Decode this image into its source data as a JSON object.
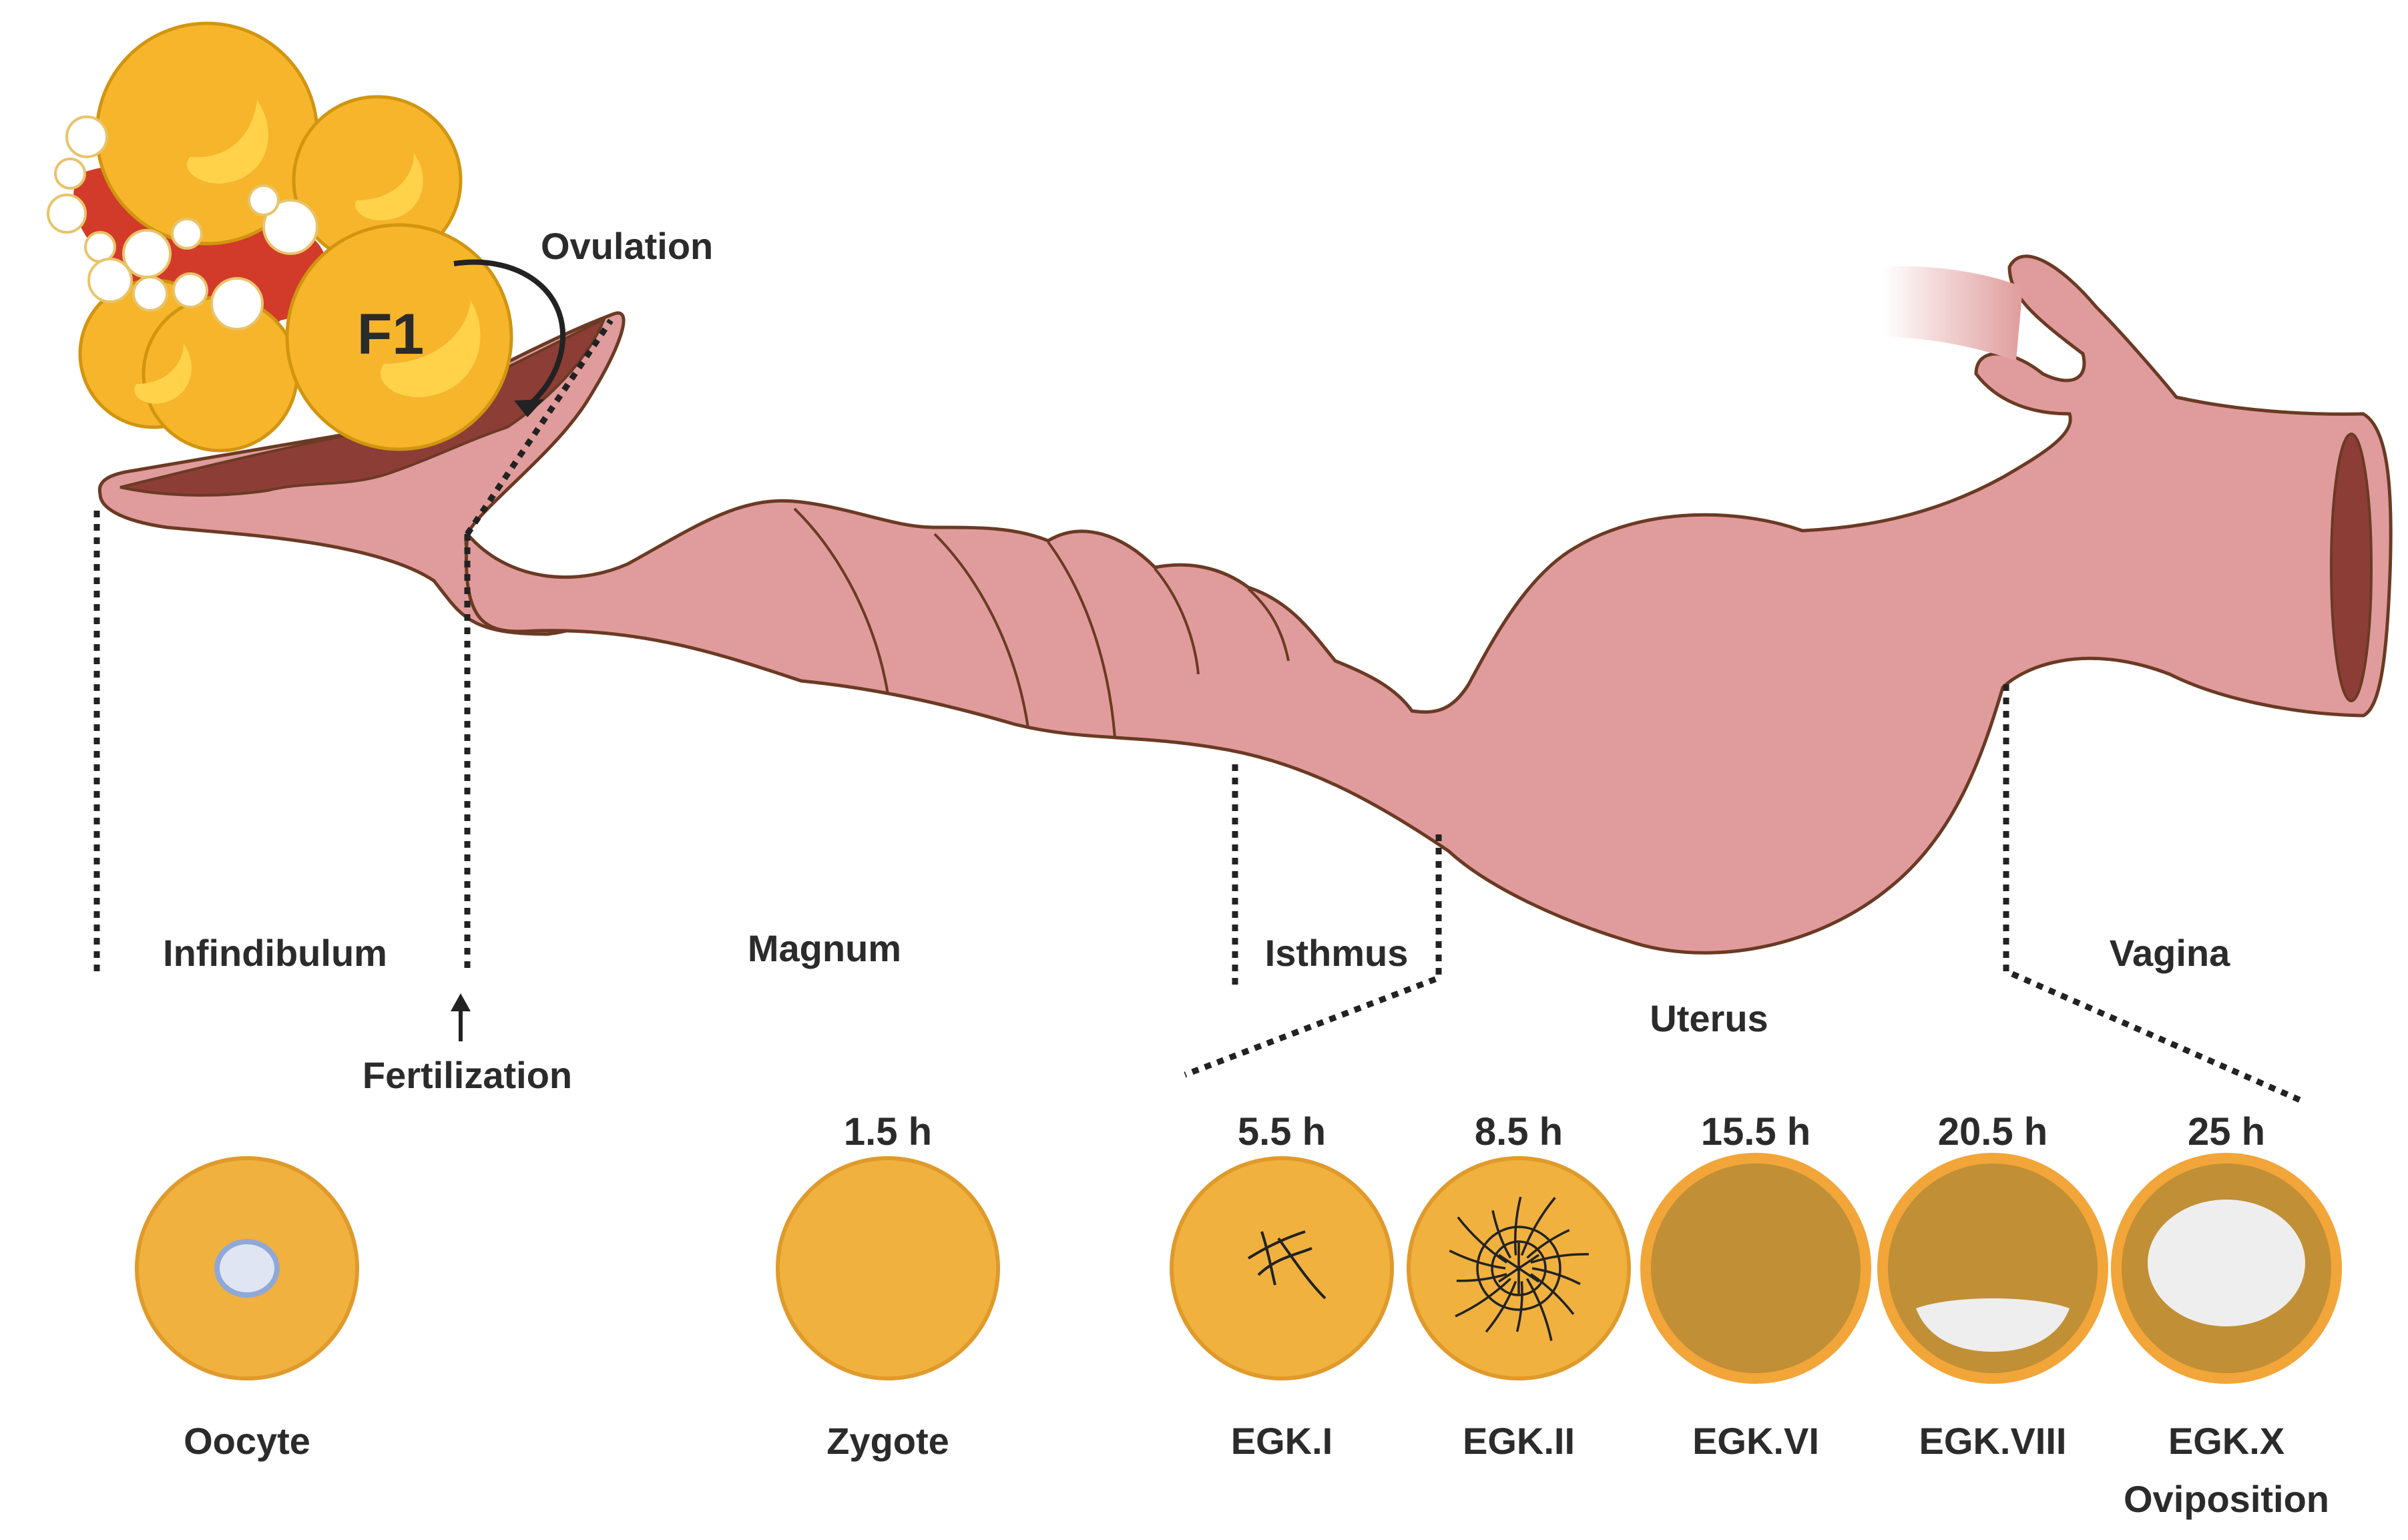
{
  "follicle_label": "F1",
  "process_labels": {
    "ovulation": "Ovulation",
    "fertilization": "Fertilization"
  },
  "regions": {
    "infundibulum": "Infindibulum",
    "magnum": "Magnum",
    "isthmus": "Isthmus",
    "uterus": "Uterus",
    "vagina": "Vagina"
  },
  "stages": [
    {
      "time": "",
      "label": "Oocyte",
      "sublabel": "",
      "type": "oocyte"
    },
    {
      "time": "1.5 h",
      "label": "Zygote",
      "sublabel": "",
      "type": "zygote"
    },
    {
      "time": "5.5 h",
      "label": "EGK.I",
      "sublabel": "",
      "type": "egk1"
    },
    {
      "time": "8.5 h",
      "label": "EGK.II",
      "sublabel": "",
      "type": "egk2"
    },
    {
      "time": "15.5 h",
      "label": "EGK.VI",
      "sublabel": "",
      "type": "egk6"
    },
    {
      "time": "20.5 h",
      "label": "EGK.VIII",
      "sublabel": "",
      "type": "egk8"
    },
    {
      "time": "25 h",
      "label": "EGK.X",
      "sublabel": "Oviposition",
      "type": "egk10"
    }
  ],
  "colors": {
    "oviduct": "#e09c9c",
    "oviduct_outline": "#6b3a24",
    "oviduct_dark": "#8c3d36",
    "follicle": "#f7b52c",
    "follicle_outline": "#d19510",
    "follicle_highlight": "#ffd24a",
    "stroma": "#d23a2a",
    "small_follicle": "#ffffff",
    "egg": "#f0b13e",
    "egg_outline": "#e09a2b",
    "egg_dark": "#c18f35",
    "egg_rim": "#f2a538",
    "blastoderm": "#eeeeee",
    "oocyte_nucleus": "#dfe5f2",
    "oocyte_nucleus_outline": "#8fa8d8",
    "text": "#2b2b2b",
    "dotted_line": "#222222"
  }
}
